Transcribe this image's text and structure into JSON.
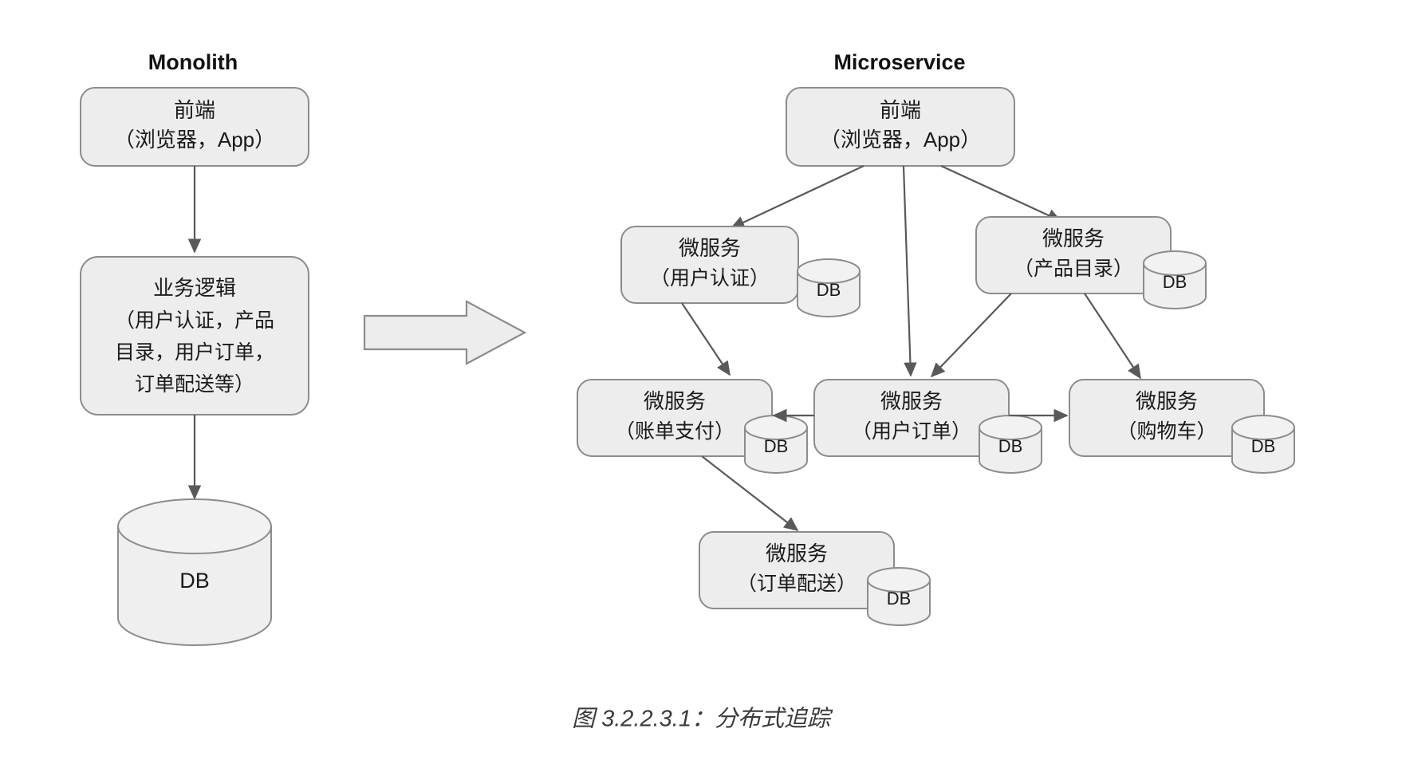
{
  "figure": {
    "caption": "图 3.2.2.3.1：分布式追踪",
    "colors": {
      "box_fill": "#ededed",
      "box_stroke": "#8c8c8c",
      "cylinder_fill": "#efefef",
      "arrow_stroke": "#58595b",
      "text": "#1a1a1a",
      "background": "#ffffff"
    }
  },
  "columns": {
    "left": {
      "title": "Monolith"
    },
    "right": {
      "title": "Microservice"
    }
  },
  "monolith": {
    "nodes": [
      {
        "id": "frontend",
        "lines": [
          "前端",
          "（浏览器，App）"
        ],
        "db_label": null
      },
      {
        "id": "business-logic",
        "lines": [
          "业务逻辑",
          "（用户认证，产品",
          "目录，用户订单，",
          "订单配送等）"
        ],
        "db_label": null
      },
      {
        "id": "database",
        "lines": [],
        "db_label": "DB"
      }
    ]
  },
  "transform_arrow": {
    "label": "",
    "direction": "right"
  },
  "microservice": {
    "nodes": [
      {
        "id": "frontend",
        "lines": [
          "前端",
          "（浏览器，App）"
        ],
        "db_label": null
      },
      {
        "id": "auth-service",
        "lines": [
          "微服务",
          "（用户认证）"
        ],
        "db_label": "DB"
      },
      {
        "id": "catalog-service",
        "lines": [
          "微服务",
          "（产品目录）"
        ],
        "db_label": "DB"
      },
      {
        "id": "billing-service",
        "lines": [
          "微服务",
          "（账单支付）"
        ],
        "db_label": "DB"
      },
      {
        "id": "order-service",
        "lines": [
          "微服务",
          "（用户订单）"
        ],
        "db_label": "DB"
      },
      {
        "id": "cart-service",
        "lines": [
          "微服务",
          "（购物车）"
        ],
        "db_label": "DB"
      },
      {
        "id": "delivery-service",
        "lines": [
          "微服务",
          "（订单配送）"
        ],
        "db_label": "DB"
      }
    ],
    "edges": [
      {
        "from": "frontend",
        "to": "auth-service"
      },
      {
        "from": "frontend",
        "to": "order-service"
      },
      {
        "from": "frontend",
        "to": "catalog-service"
      },
      {
        "from": "auth-service",
        "to": "billing-service"
      },
      {
        "from": "catalog-service",
        "to": "order-service"
      },
      {
        "from": "catalog-service",
        "to": "cart-service"
      },
      {
        "from": "order-service",
        "to": "billing-service"
      },
      {
        "from": "order-service",
        "to": "cart-service"
      },
      {
        "from": "billing-service",
        "to": "delivery-service"
      }
    ]
  }
}
